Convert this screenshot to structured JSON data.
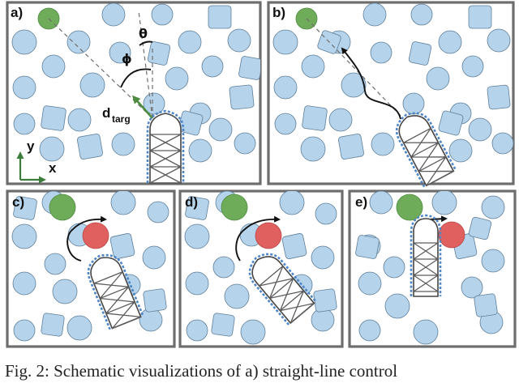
{
  "panels": {
    "a": {
      "label": "a)"
    },
    "b": {
      "label": "b)"
    },
    "c": {
      "label": "c)"
    },
    "d": {
      "label": "d)"
    },
    "e": {
      "label": "e)"
    }
  },
  "annotations": {
    "theta": "θ",
    "phi": "ϕ",
    "d_main": "d",
    "d_sub": "targ",
    "axis_y": "y",
    "axis_x": "x"
  },
  "colors": {
    "goal": "#6fac5a",
    "obstacle_disc": "#b5d3ea",
    "blocking_obstacle": "#e0605f",
    "boundary_membrane": "#4f86c6",
    "target_vector": "#4e8a40"
  },
  "caption": "Fig. 2: Schematic visualizations of a) straight-line control"
}
